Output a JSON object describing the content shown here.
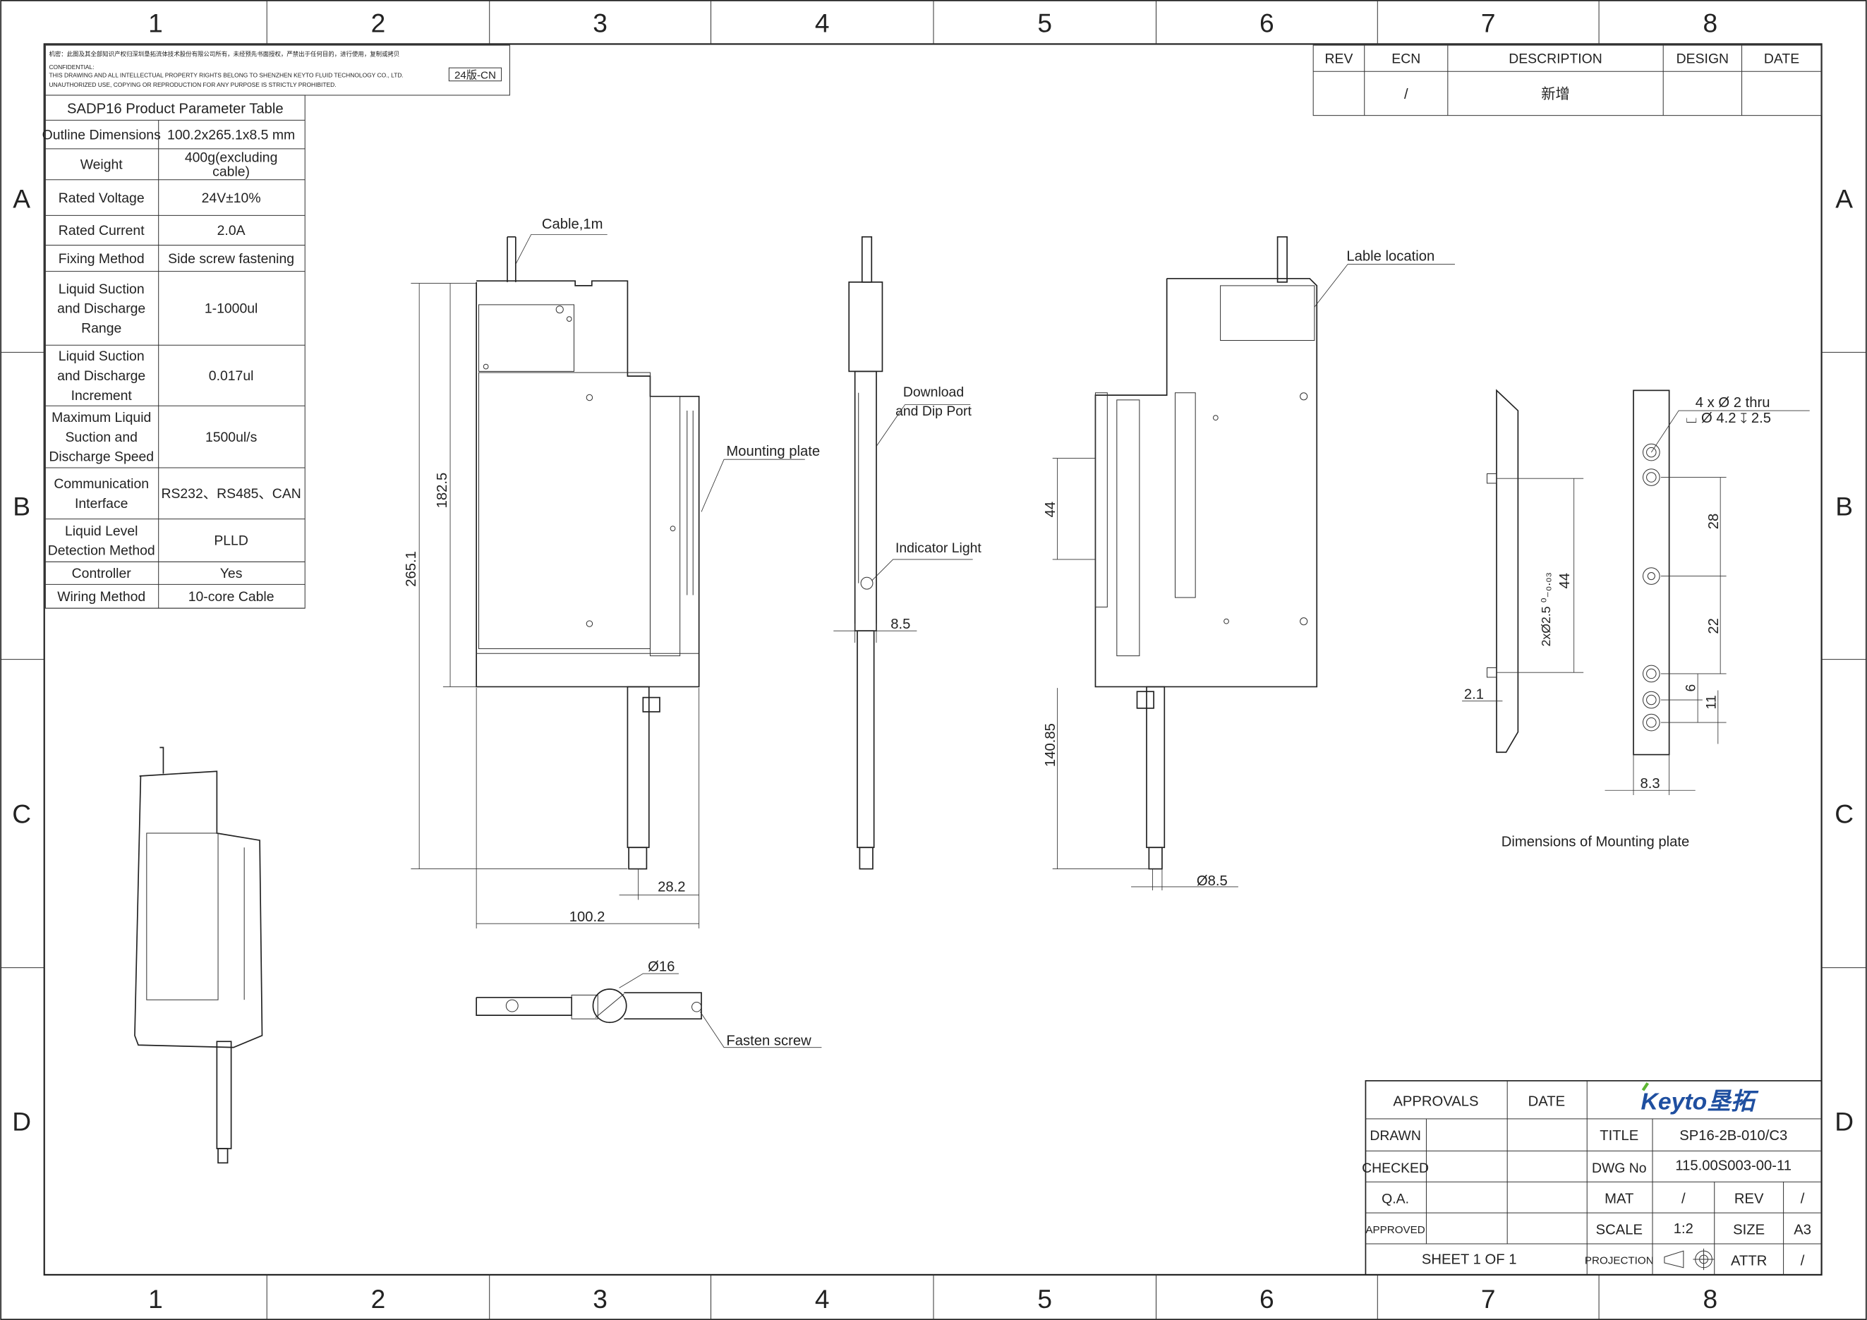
{
  "zones": {
    "columns": [
      "1",
      "2",
      "3",
      "4",
      "5",
      "6",
      "7",
      "8"
    ],
    "rows": [
      "A",
      "B",
      "C",
      "D"
    ]
  },
  "confidential": {
    "cn": "机密：此图及其全部知识产权归深圳垦拓流体技术股份有限公司所有，未经预先书面授权，严禁出于任何目的，进行使用，复制或拷贝",
    "line1": "CONFIDENTIAL:",
    "line2": "THIS DRAWING AND ALL INTELLECTUAL PROPERTY RIGHTS BELONG TO SHENZHEN KEYTO FLUID TECHNOLOGY CO., LTD.",
    "line3": "UNAUTHORIZED USE, COPYING OR REPRODUCTION FOR ANY PURPOSE IS STRICTLY PROHIBITED.",
    "version": "24版-CN"
  },
  "param_table": {
    "title": "SADP16 Product Parameter Table",
    "rows": [
      {
        "label": [
          "Outline Dimensions"
        ],
        "value": [
          "100.2x265.1x8.5 mm"
        ]
      },
      {
        "label": [
          "Weight"
        ],
        "value": [
          "400g(excluding",
          "cable)"
        ]
      },
      {
        "label": [
          "Rated Voltage"
        ],
        "value": [
          "24V±10%"
        ]
      },
      {
        "label": [
          "Rated Current"
        ],
        "value": [
          "2.0A"
        ]
      },
      {
        "label": [
          "Fixing Method"
        ],
        "value": [
          "Side screw fastening"
        ]
      },
      {
        "label": [
          "Liquid Suction",
          "and Discharge",
          "Range"
        ],
        "value": [
          "1-1000ul"
        ]
      },
      {
        "label": [
          "Liquid Suction",
          "and Discharge",
          "Increment"
        ],
        "value": [
          "0.017ul"
        ]
      },
      {
        "label": [
          "Maximum Liquid",
          "Suction and",
          "Discharge Speed"
        ],
        "value": [
          "1500ul/s"
        ]
      },
      {
        "label": [
          "Communication",
          "Interface"
        ],
        "value": [
          "RS232、RS485、CAN"
        ]
      },
      {
        "label": [
          "Liquid Level",
          "Detection Method"
        ],
        "value": [
          "PLLD"
        ]
      },
      {
        "label": [
          "Controller"
        ],
        "value": [
          "Yes"
        ]
      },
      {
        "label": [
          "Wiring Method"
        ],
        "value": [
          "10-core Cable"
        ]
      }
    ]
  },
  "revision_table": {
    "headers": [
      "REV",
      "ECN",
      "DESCRIPTION",
      "DESIGN",
      "DATE"
    ],
    "row": [
      "",
      "/",
      "新增",
      "",
      ""
    ]
  },
  "annotations": {
    "cable": "Cable,1m",
    "mounting_plate": "Mounting plate",
    "download_port": [
      "Download",
      "and Dip Port"
    ],
    "indicator_light": "Indicator Light",
    "label_location": "Lable location",
    "fasten_screw": "Fasten screw",
    "mounting_plate_caption": "Dimensions of Mounting plate",
    "holes_1": "4 x Ø 2 thru",
    "holes_2": "⌴ Ø 4.2 ↧ 2.5"
  },
  "dimensions": {
    "front_height_inner": "182.5",
    "front_height_total": "265.1",
    "tip_offset": "28.2",
    "width": "100.2",
    "top_dia": "Ø16",
    "side_thickness": "8.5",
    "rear_44": "44",
    "rear_140": "140.85",
    "rear_dia": "Ø8.5",
    "plate_28": "28",
    "plate_22": "22",
    "plate_6": "6",
    "plate_11": "11",
    "plate_83": "8.3",
    "plate_21": "2.1",
    "plate_44": "44",
    "plate_pin": "2xØ2.5 ⁰₋₀.₀₃"
  },
  "title_block": {
    "approvals": "APPROVALS",
    "date": "DATE",
    "logo": "Keyto垦拓",
    "drawn": "DRAWN",
    "checked": "CHECKED",
    "qa": "Q.A.",
    "approved": "APPROVED",
    "sheet": "SHEET 1 OF 1",
    "title_label": "TITLE",
    "title_value": "SP16-2B-010/C3",
    "dwg_label": "DWG No",
    "dwg_value": "115.00S003-00-11",
    "mat_label": "MAT",
    "mat_value": "/",
    "rev_label": "REV",
    "rev_value": "/",
    "scale_label": "SCALE",
    "scale_value": "1:2",
    "size_label": "SIZE",
    "size_value": "A3",
    "projection_label": "PROJECTION",
    "attr_label": "ATTR",
    "attr_value": "/"
  },
  "colors": {
    "logo_blue": "#1f4fa0",
    "logo_green": "#5cb531",
    "line": "#222222"
  }
}
